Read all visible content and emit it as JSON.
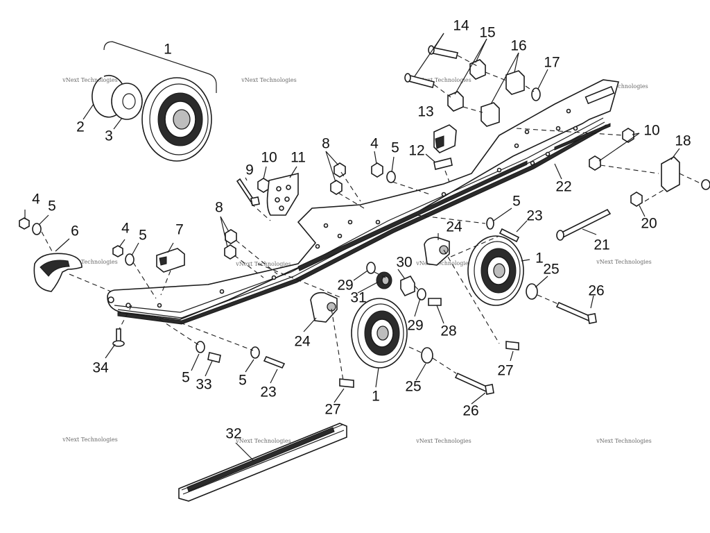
{
  "watermark": "vNext Technologies",
  "callouts": [
    {
      "name": "callout-1-top",
      "text": "1"
    },
    {
      "name": "callout-2",
      "text": "2"
    },
    {
      "name": "callout-3",
      "text": "3"
    },
    {
      "name": "callout-4-left",
      "text": "4"
    },
    {
      "name": "callout-5-left",
      "text": "5"
    },
    {
      "name": "callout-6",
      "text": "6"
    },
    {
      "name": "callout-4-mid",
      "text": "4"
    },
    {
      "name": "callout-5-mid",
      "text": "5"
    },
    {
      "name": "callout-7",
      "text": "7"
    },
    {
      "name": "callout-8-left",
      "text": "8"
    },
    {
      "name": "callout-9",
      "text": "9"
    },
    {
      "name": "callout-10-left",
      "text": "10"
    },
    {
      "name": "callout-11",
      "text": "11"
    },
    {
      "name": "callout-8-right",
      "text": "8"
    },
    {
      "name": "callout-4-right",
      "text": "4"
    },
    {
      "name": "callout-5-right",
      "text": "5"
    },
    {
      "name": "callout-12",
      "text": "12"
    },
    {
      "name": "callout-13",
      "text": "13"
    },
    {
      "name": "callout-14",
      "text": "14"
    },
    {
      "name": "callout-15",
      "text": "15"
    },
    {
      "name": "callout-16",
      "text": "16"
    },
    {
      "name": "callout-17",
      "text": "17"
    },
    {
      "name": "callout-10-right",
      "text": "10"
    },
    {
      "name": "callout-18",
      "text": "18"
    },
    {
      "name": "callout-22",
      "text": "22"
    },
    {
      "name": "callout-5-rail",
      "text": "5"
    },
    {
      "name": "callout-23-upper",
      "text": "23"
    },
    {
      "name": "callout-20",
      "text": "20"
    },
    {
      "name": "callout-24-upper",
      "text": "24"
    },
    {
      "name": "callout-21",
      "text": "21"
    },
    {
      "name": "callout-1-right",
      "text": "1"
    },
    {
      "name": "callout-25-upper",
      "text": "25"
    },
    {
      "name": "callout-30",
      "text": "30"
    },
    {
      "name": "callout-29-upper",
      "text": "29"
    },
    {
      "name": "callout-31",
      "text": "31"
    },
    {
      "name": "callout-26-upper",
      "text": "26"
    },
    {
      "name": "callout-29-lower",
      "text": "29"
    },
    {
      "name": "callout-28",
      "text": "28"
    },
    {
      "name": "callout-24-lower",
      "text": "24"
    },
    {
      "name": "callout-27-upper",
      "text": "27"
    },
    {
      "name": "callout-34",
      "text": "34"
    },
    {
      "name": "callout-5-bottom-a",
      "text": "5"
    },
    {
      "name": "callout-33",
      "text": "33"
    },
    {
      "name": "callout-5-bottom-b",
      "text": "5"
    },
    {
      "name": "callout-23-lower",
      "text": "23"
    },
    {
      "name": "callout-1-bottom",
      "text": "1"
    },
    {
      "name": "callout-25-lower",
      "text": "25"
    },
    {
      "name": "callout-27-lower",
      "text": "27"
    },
    {
      "name": "callout-26-lower",
      "text": "26"
    },
    {
      "name": "callout-32",
      "text": "32"
    }
  ]
}
